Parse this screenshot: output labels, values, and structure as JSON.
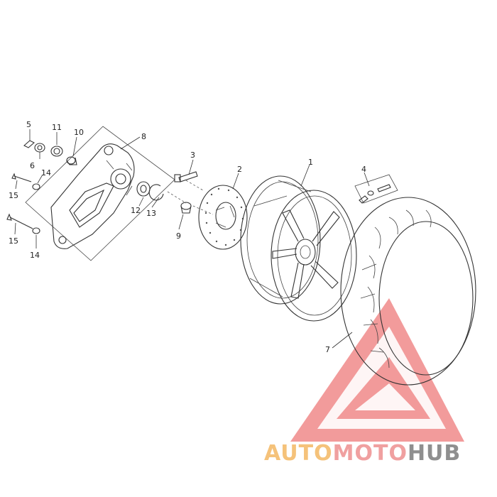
{
  "diagram": {
    "part_labels": {
      "p1": "1",
      "p2": "2",
      "p3": "3",
      "p4": "4",
      "p5": "5",
      "p6": "6",
      "p7": "7",
      "p8": "8",
      "p9": "9",
      "p10": "10",
      "p11": "11",
      "p12": "12",
      "p13": "13",
      "p14a": "14",
      "p14b": "14",
      "p15a": "15",
      "p15b": "15"
    }
  },
  "watermark": {
    "brand_auto": "AUTO",
    "brand_moto": "MOTO",
    "brand_hub": "HUB",
    "colors": {
      "auto": "#f5c27a",
      "moto": "#f0a0a0",
      "hub": "#8f8f8f",
      "triangle": "#f08a8a"
    }
  }
}
